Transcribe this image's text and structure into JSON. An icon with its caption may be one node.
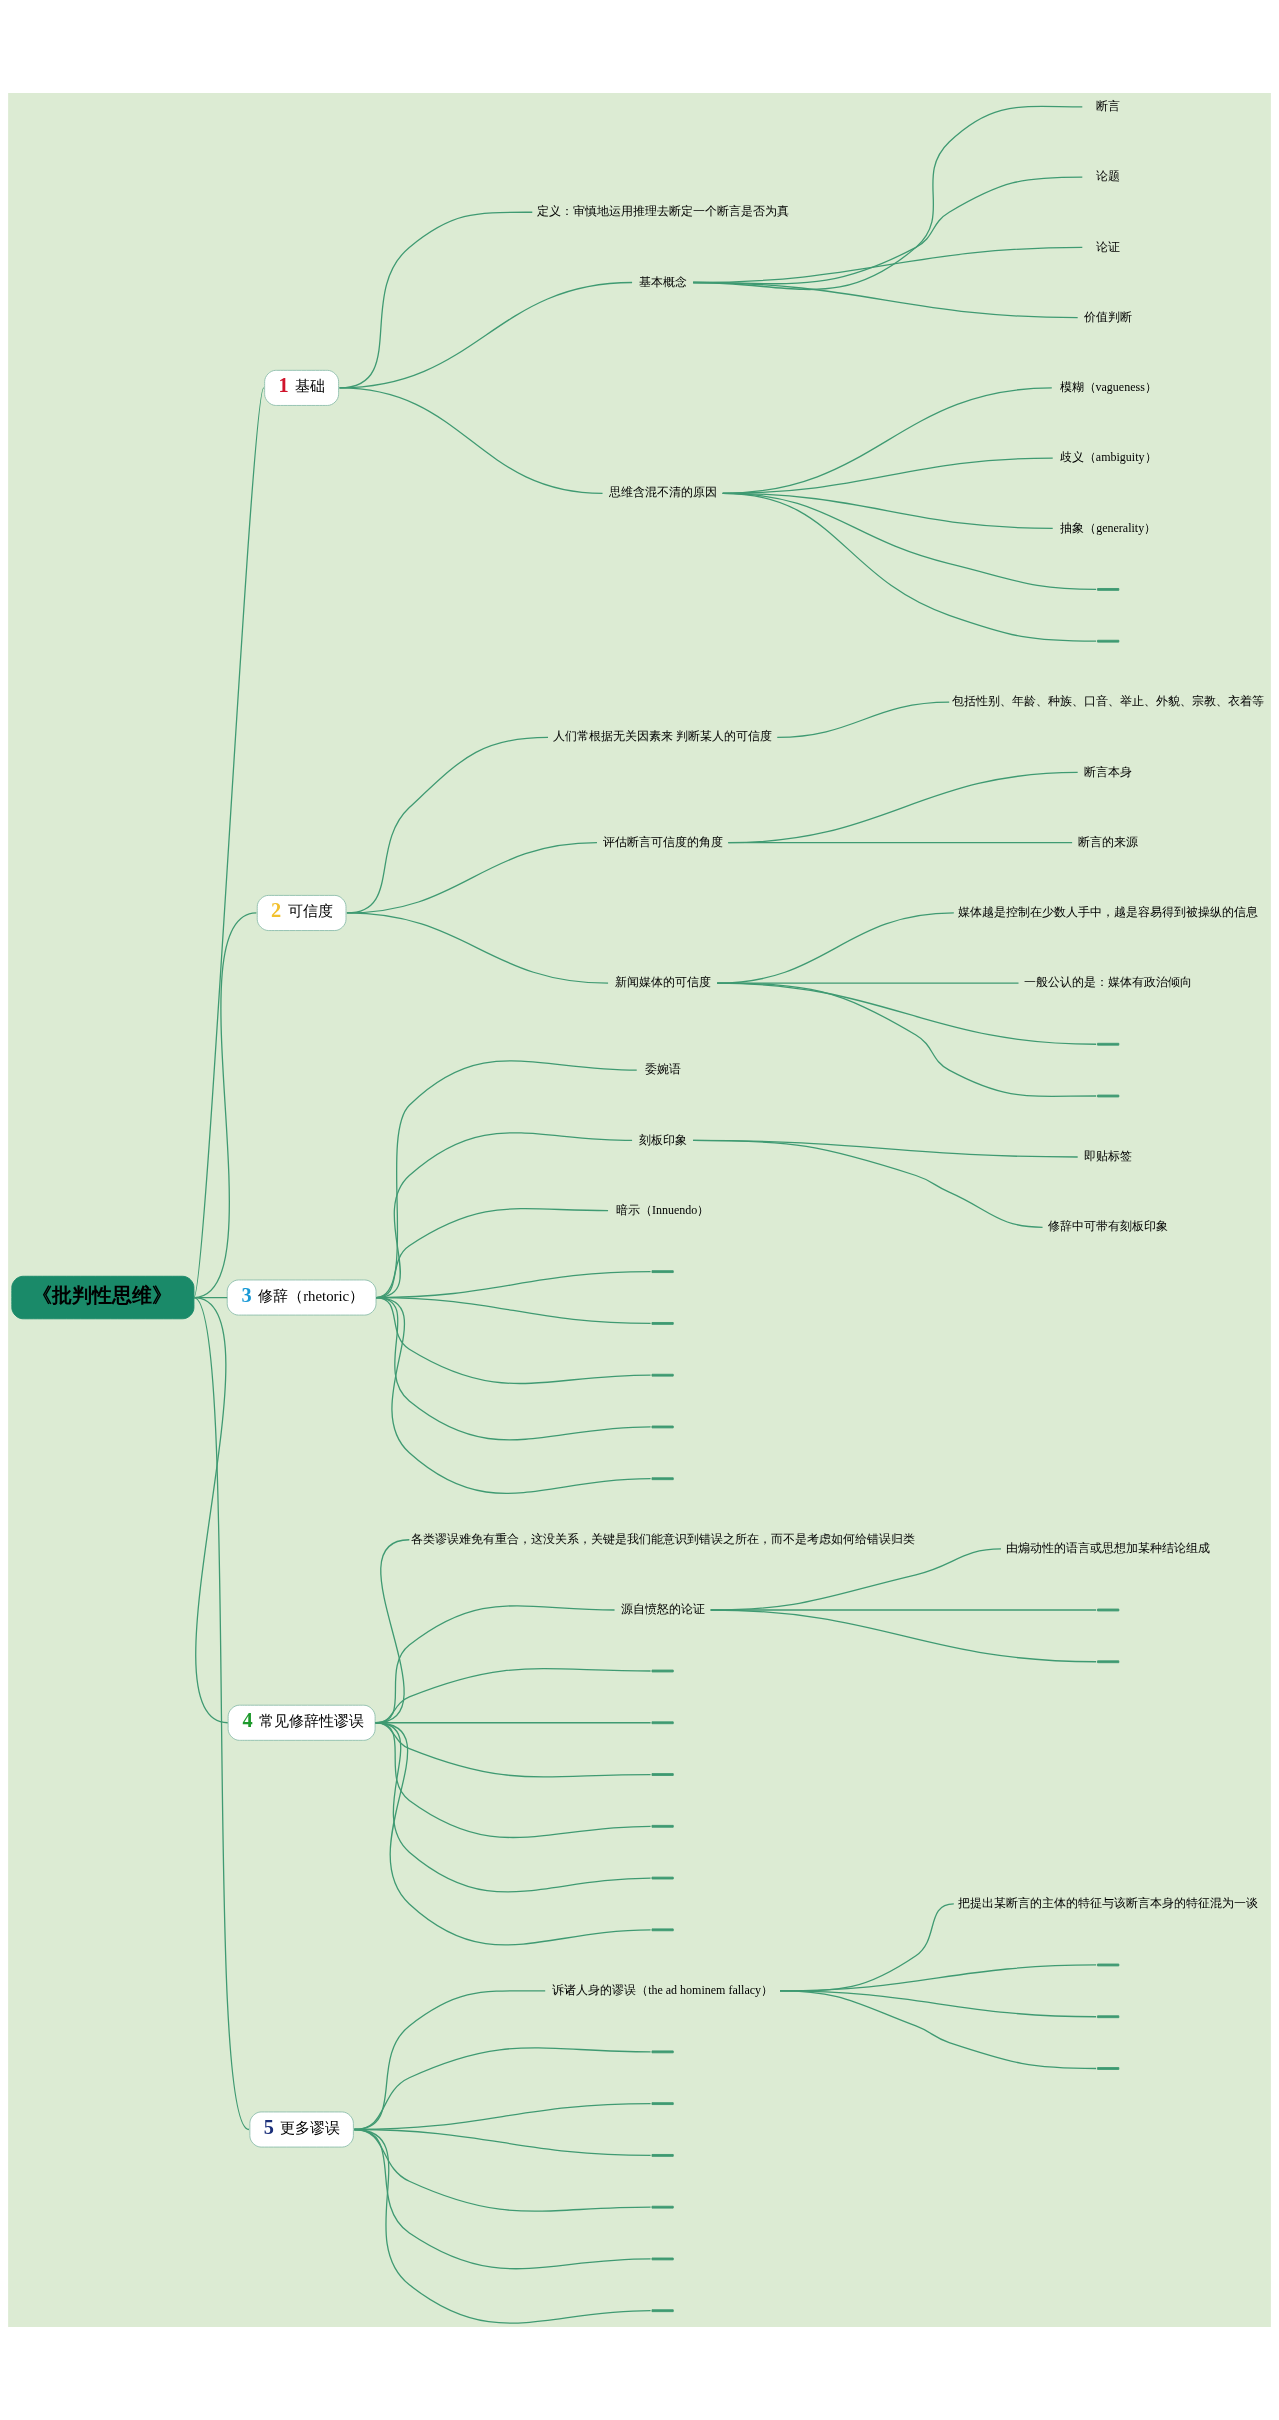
{
  "diagram": {
    "nodes": [
      {
        "text": [
          "《批判性思维》"
        ]
      },
      {
        "text": [
          "1",
          "基础"
        ]
      },
      {
        "text": [
          "定义：审慎地运用推理去断定一个断言是否为真"
        ]
      },
      {
        "text": [
          "基本概念"
        ]
      },
      {
        "text": [
          "断言"
        ]
      },
      {
        "text": [
          "论题"
        ]
      },
      {
        "text": [
          "论证"
        ]
      },
      {
        "text": [
          "价值判断"
        ]
      },
      {
        "text": [
          "思维含混不清的原因"
        ]
      },
      {
        "text": [
          "模糊（vagueness）"
        ]
      },
      {
        "text": [
          "歧义（ambiguity）"
        ]
      },
      {
        "text": [
          "抽象（generality）"
        ]
      },
      {
        "text": [],
        "shape": "bar"
      },
      {
        "text": [],
        "shape": "bar"
      },
      {
        "text": [
          "2",
          "可信度"
        ]
      },
      {
        "text": [
          "人们常根据无关因素来 判断某人的可信度"
        ]
      },
      {
        "text": [
          "包括性别、年龄、种族、口音、举止、外貌、宗教、衣着等"
        ]
      },
      {
        "text": [
          "评估断言可信度的角度"
        ]
      },
      {
        "text": [
          "断言本身"
        ]
      },
      {
        "text": [
          "断言的来源"
        ]
      },
      {
        "text": [
          "新闻媒体的可信度"
        ]
      },
      {
        "text": [
          "媒体越是控制在少数人手中，越是容易得到被操纵的信息"
        ]
      },
      {
        "text": [
          "一般公认的是：媒体有政治倾向"
        ]
      },
      {
        "text": [],
        "shape": "bar"
      },
      {
        "text": [],
        "shape": "bar"
      },
      {
        "text": [
          "3",
          "修辞（rhetoric）"
        ]
      },
      {
        "text": [
          "委婉语"
        ]
      },
      {
        "text": [
          "刻板印象"
        ]
      },
      {
        "text": [
          "即贴标签"
        ]
      },
      {
        "text": [
          "修辞中可带有刻板印象"
        ]
      },
      {
        "text": [
          "暗示（Innuendo）"
        ]
      },
      {
        "text": [],
        "shape": "bar"
      },
      {
        "text": [],
        "shape": "bar"
      },
      {
        "text": [],
        "shape": "bar"
      },
      {
        "text": [],
        "shape": "bar"
      },
      {
        "text": [],
        "shape": "bar"
      },
      {
        "text": [
          "4",
          "常见修辞性谬误"
        ]
      },
      {
        "text": [
          "各类谬误难免有重合，这没关系，关键是我们能意识到错误之所在，而不是考虑如何给错误归类"
        ]
      },
      {
        "text": [
          "源自愤怒的论证"
        ]
      },
      {
        "text": [
          "由煽动性的语言或思想加某种结论组成"
        ]
      },
      {
        "text": [],
        "shape": "bar"
      },
      {
        "text": [],
        "shape": "bar"
      },
      {
        "text": [],
        "shape": "bar"
      },
      {
        "text": [],
        "shape": "bar"
      },
      {
        "text": [],
        "shape": "bar"
      },
      {
        "text": [],
        "shape": "bar"
      },
      {
        "text": [],
        "shape": "bar"
      },
      {
        "text": [],
        "shape": "bar"
      },
      {
        "text": [
          "5",
          "更多谬误"
        ]
      },
      {
        "text": [
          "诉诸人身的谬误（the ad hominem fallacy）"
        ]
      },
      {
        "text": [
          "把提出某断言的主体的特征与该断言本身的特征混为一谈"
        ]
      },
      {
        "text": [],
        "shape": "bar"
      },
      {
        "text": [],
        "shape": "bar"
      },
      {
        "text": [],
        "shape": "bar"
      },
      {
        "text": [],
        "shape": "bar"
      },
      {
        "text": [],
        "shape": "bar"
      },
      {
        "text": [],
        "shape": "bar"
      },
      {
        "text": [],
        "shape": "bar"
      },
      {
        "text": [],
        "shape": "bar"
      },
      {
        "text": [],
        "shape": "bar"
      }
    ],
    "edges": [
      {
        "from": 0,
        "to": 1,
        "arrow": "none"
      },
      {
        "from": 1,
        "to": 2,
        "arrow": "none"
      },
      {
        "from": 1,
        "to": 3,
        "arrow": "none"
      },
      {
        "from": 3,
        "to": 4,
        "arrow": "none"
      },
      {
        "from": 3,
        "to": 5,
        "arrow": "none"
      },
      {
        "from": 3,
        "to": 6,
        "arrow": "none"
      },
      {
        "from": 3,
        "to": 7,
        "arrow": "none"
      },
      {
        "from": 1,
        "to": 8,
        "arrow": "none"
      },
      {
        "from": 8,
        "to": 9,
        "arrow": "none"
      },
      {
        "from": 8,
        "to": 10,
        "arrow": "none"
      },
      {
        "from": 8,
        "to": 11,
        "arrow": "none"
      },
      {
        "from": 8,
        "to": 12,
        "arrow": "none"
      },
      {
        "from": 8,
        "to": 13,
        "arrow": "none"
      },
      {
        "from": 0,
        "to": 14,
        "arrow": "none"
      },
      {
        "from": 14,
        "to": 15,
        "arrow": "none"
      },
      {
        "from": 15,
        "to": 16,
        "arrow": "none"
      },
      {
        "from": 14,
        "to": 17,
        "arrow": "none"
      },
      {
        "from": 17,
        "to": 18,
        "arrow": "none"
      },
      {
        "from": 17,
        "to": 19,
        "arrow": "none"
      },
      {
        "from": 14,
        "to": 20,
        "arrow": "none"
      },
      {
        "from": 20,
        "to": 21,
        "arrow": "none"
      },
      {
        "from": 20,
        "to": 22,
        "arrow": "none"
      },
      {
        "from": 20,
        "to": 23,
        "arrow": "none"
      },
      {
        "from": 20,
        "to": 24,
        "arrow": "none"
      },
      {
        "from": 0,
        "to": 25,
        "arrow": "none"
      },
      {
        "from": 25,
        "to": 26,
        "arrow": "none"
      },
      {
        "from": 25,
        "to": 27,
        "arrow": "none"
      },
      {
        "from": 27,
        "to": 28,
        "arrow": "none"
      },
      {
        "from": 27,
        "to": 29,
        "arrow": "none"
      },
      {
        "from": 25,
        "to": 30,
        "arrow": "none"
      },
      {
        "from": 25,
        "to": 31,
        "arrow": "none"
      },
      {
        "from": 25,
        "to": 32,
        "arrow": "none"
      },
      {
        "from": 25,
        "to": 33,
        "arrow": "none"
      },
      {
        "from": 25,
        "to": 34,
        "arrow": "none"
      },
      {
        "from": 25,
        "to": 35,
        "arrow": "none"
      },
      {
        "from": 0,
        "to": 36,
        "arrow": "none"
      },
      {
        "from": 36,
        "to": 37,
        "arrow": "none"
      },
      {
        "from": 36,
        "to": 38,
        "arrow": "none"
      },
      {
        "from": 38,
        "to": 39,
        "arrow": "none"
      },
      {
        "from": 38,
        "to": 40,
        "arrow": "none"
      },
      {
        "from": 38,
        "to": 41,
        "arrow": "none"
      },
      {
        "from": 36,
        "to": 42,
        "arrow": "none"
      },
      {
        "from": 36,
        "to": 43,
        "arrow": "none"
      },
      {
        "from": 36,
        "to": 44,
        "arrow": "none"
      },
      {
        "from": 36,
        "to": 45,
        "arrow": "none"
      },
      {
        "from": 36,
        "to": 46,
        "arrow": "none"
      },
      {
        "from": 36,
        "to": 47,
        "arrow": "none"
      },
      {
        "from": 0,
        "to": 48,
        "arrow": "none"
      },
      {
        "from": 48,
        "to": 49,
        "arrow": "none"
      },
      {
        "from": 49,
        "to": 50,
        "arrow": "none"
      },
      {
        "from": 49,
        "to": 51,
        "arrow": "none"
      },
      {
        "from": 49,
        "to": 52,
        "arrow": "none"
      },
      {
        "from": 49,
        "to": 53,
        "arrow": "none"
      },
      {
        "from": 48,
        "to": 54,
        "arrow": "none"
      },
      {
        "from": 48,
        "to": 55,
        "arrow": "none"
      },
      {
        "from": 48,
        "to": 56,
        "arrow": "none"
      },
      {
        "from": 48,
        "to": 57,
        "arrow": "none"
      },
      {
        "from": 48,
        "to": 58,
        "arrow": "none"
      },
      {
        "from": 48,
        "to": 59,
        "arrow": "none"
      }
    ]
  }
}
